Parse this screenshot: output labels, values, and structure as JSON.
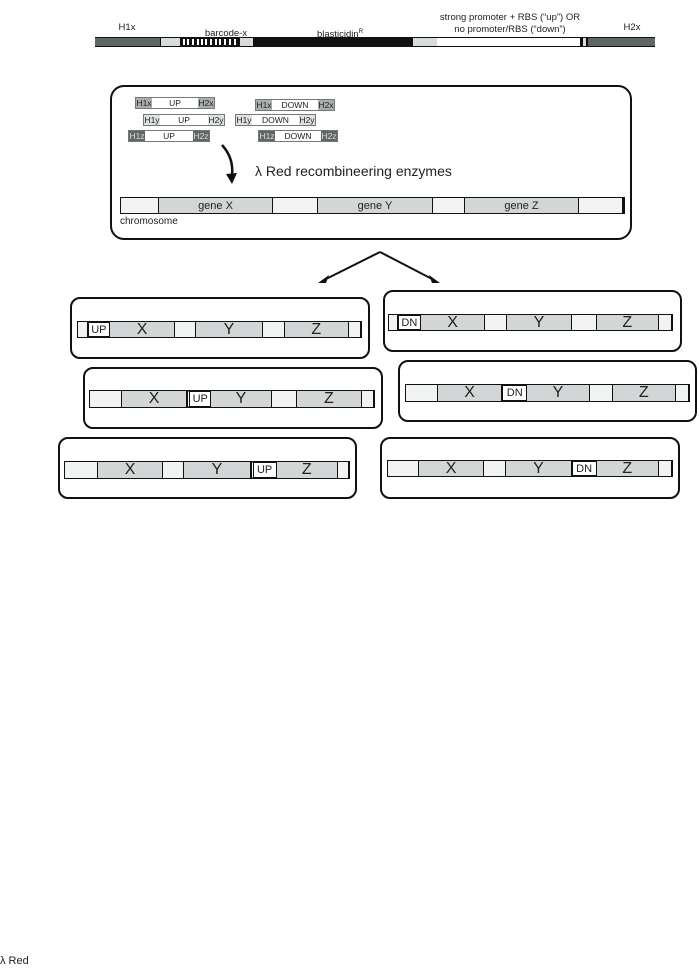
{
  "cassette": {
    "labels": {
      "h1x": "H1x",
      "barcode": "barcode-x",
      "blasticidin": "blasticidin",
      "blasticidin_sup": "R",
      "promoter_line1": "strong promoter + RBS (“up”) OR",
      "promoter_line2": "no promoter/RBS  (“down”)",
      "h2x": "H2x"
    }
  },
  "recombineering": {
    "constructs_up": [
      {
        "left": "H1x",
        "mid": "UP",
        "right": "H2x"
      },
      {
        "left": "H1y",
        "mid": "UP",
        "right": "H2y"
      },
      {
        "left": "H1z",
        "mid": "UP",
        "right": "H2z"
      }
    ],
    "constructs_down": [
      {
        "left": "H1x",
        "mid": "DOWN",
        "right": "H2x"
      },
      {
        "left": "H1y",
        "mid": "DOWN",
        "right": "H2y"
      },
      {
        "left": "H1z",
        "mid": "DOWN",
        "right": "H2z"
      }
    ],
    "enzyme_lambda": "λ Red",
    "enzyme_text": "recombineering enzymes",
    "genes": [
      "gene X",
      "gene Y",
      "gene Z"
    ],
    "chromosome_label": "chromosome"
  },
  "outcomes": {
    "gene_labels": [
      "X",
      "Y",
      "Z"
    ],
    "up_label": "UP",
    "down_label": "DN"
  },
  "footer": {
    "text": "λ Red"
  },
  "colors": {
    "dark_homology": "#5e6666",
    "light_gray": "#f2f3f3",
    "gene_gray": "#d3d6d6",
    "mid_gray": "#c4c8c8"
  }
}
